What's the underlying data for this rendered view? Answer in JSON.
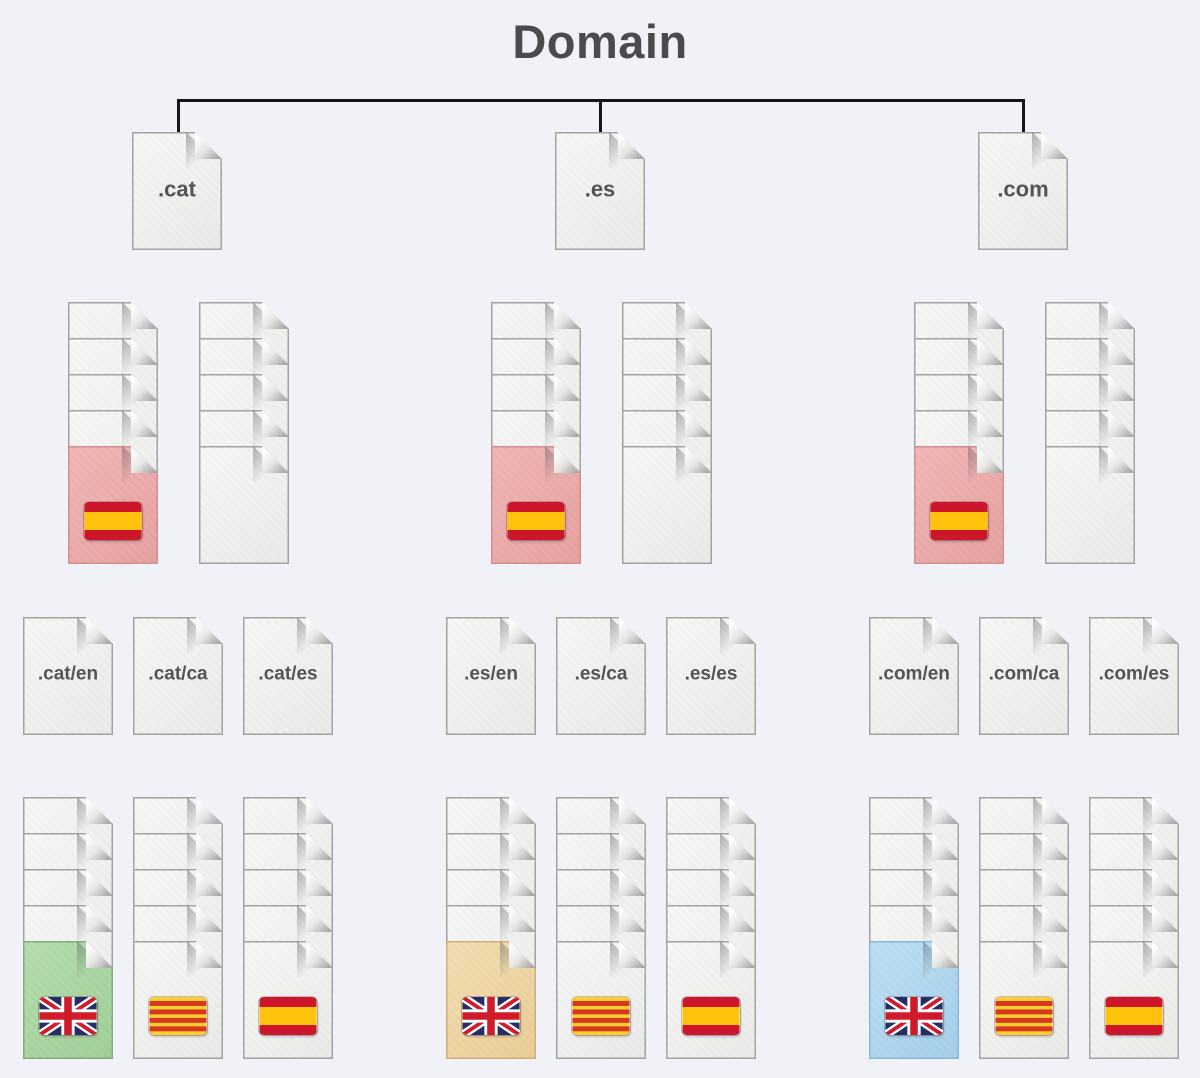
{
  "title": "Domain",
  "palette": {
    "background": "#f1f1f8",
    "connector": "#161616",
    "title_text": "#4b4b4d",
    "doc_label_text": "#545458",
    "doc_face": "#f0f0ee",
    "doc_border": "#a3a3a1",
    "highlight_pink": "#eca7a7",
    "highlight_green": "#a4d29d",
    "highlight_tan": "#eed2a0",
    "highlight_blue": "#abd5ef",
    "flag_spain_red": "#cc162c",
    "flag_spain_yellow": "#ffc30e",
    "flag_catalonia_yellow": "#fcce2e",
    "flag_catalonia_red": "#d6371f",
    "flag_uk_blue": "#272c63",
    "flag_uk_red": "#cf1b2b",
    "flag_uk_white": "#ffffff"
  },
  "sections": [
    {
      "domain": ".cat",
      "source_stacks": [
        {
          "plain_docs": 4,
          "highlight_doc": {
            "color": "highlight_pink",
            "flag": "spain-flag-icon"
          }
        },
        {
          "plain_docs": 5,
          "highlight_doc": null
        }
      ],
      "pages": [
        ".cat/en",
        ".cat/ca",
        ".cat/es"
      ],
      "language_stacks": [
        {
          "plain_docs": 4,
          "highlight_doc": {
            "color": "highlight_green",
            "flag": "uk-flag-icon"
          }
        },
        {
          "plain_docs": 4,
          "highlight_doc": {
            "color": null,
            "flag": "catalonia-flag-icon"
          }
        },
        {
          "plain_docs": 4,
          "highlight_doc": {
            "color": null,
            "flag": "spain-flag-icon"
          }
        }
      ]
    },
    {
      "domain": ".es",
      "source_stacks": [
        {
          "plain_docs": 4,
          "highlight_doc": {
            "color": "highlight_pink",
            "flag": "spain-flag-icon"
          }
        },
        {
          "plain_docs": 5,
          "highlight_doc": null
        }
      ],
      "pages": [
        ".es/en",
        ".es/ca",
        ".es/es"
      ],
      "language_stacks": [
        {
          "plain_docs": 4,
          "highlight_doc": {
            "color": "highlight_tan",
            "flag": "uk-flag-icon"
          }
        },
        {
          "plain_docs": 4,
          "highlight_doc": {
            "color": null,
            "flag": "catalonia-flag-icon"
          }
        },
        {
          "plain_docs": 4,
          "highlight_doc": {
            "color": null,
            "flag": "spain-flag-icon"
          }
        }
      ]
    },
    {
      "domain": ".com",
      "source_stacks": [
        {
          "plain_docs": 4,
          "highlight_doc": {
            "color": "highlight_pink",
            "flag": "spain-flag-icon"
          }
        },
        {
          "plain_docs": 5,
          "highlight_doc": null
        }
      ],
      "pages": [
        ".com/en",
        ".com/ca",
        ".com/es"
      ],
      "language_stacks": [
        {
          "plain_docs": 4,
          "highlight_doc": {
            "color": "highlight_blue",
            "flag": "uk-flag-icon"
          }
        },
        {
          "plain_docs": 4,
          "highlight_doc": {
            "color": null,
            "flag": "catalonia-flag-icon"
          }
        },
        {
          "plain_docs": 4,
          "highlight_doc": {
            "color": null,
            "flag": "spain-flag-icon"
          }
        }
      ]
    }
  ]
}
